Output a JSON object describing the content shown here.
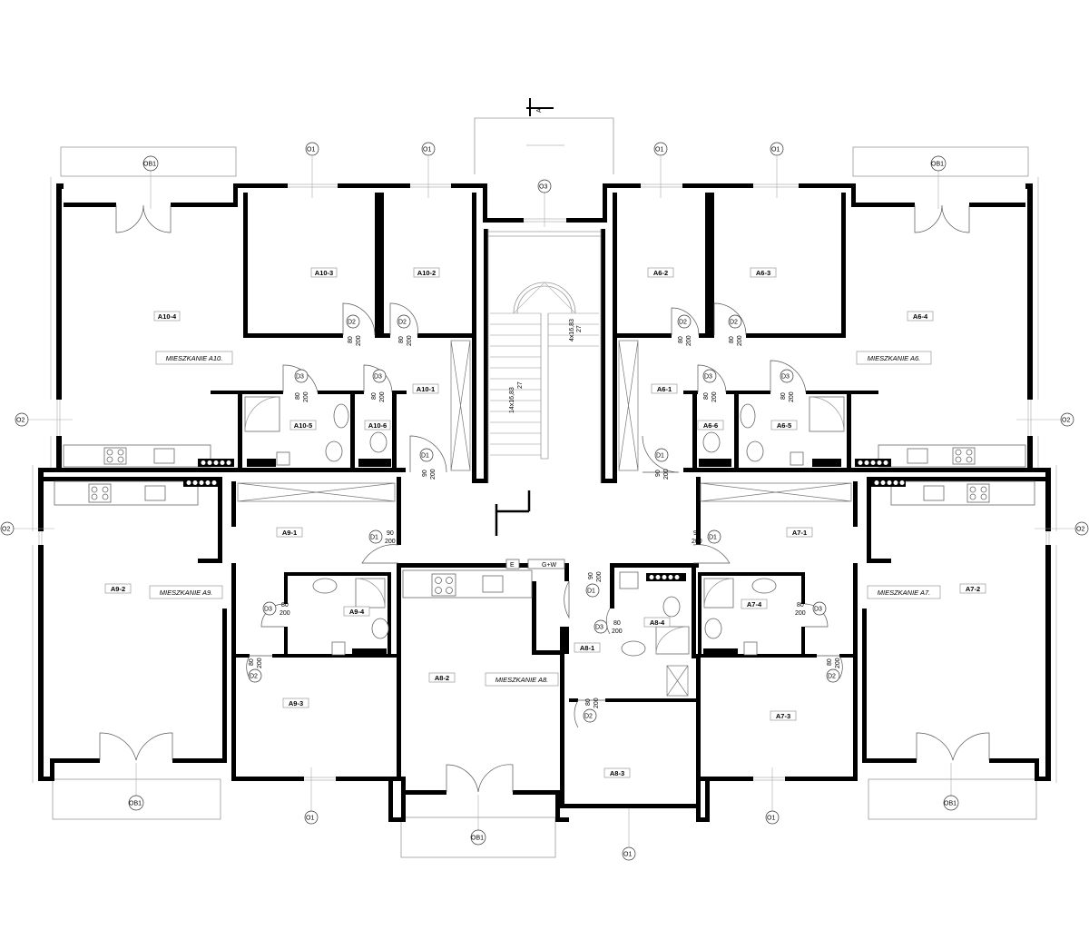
{
  "rooms": [
    {
      "id": "r1",
      "label": "A10-4"
    },
    {
      "id": "r2",
      "label": "A10-3"
    },
    {
      "id": "r3",
      "label": "A10-2"
    },
    {
      "id": "r4",
      "label": "A10-1"
    },
    {
      "id": "r5",
      "label": "A10-5"
    },
    {
      "id": "r6",
      "label": "A10-6"
    },
    {
      "id": "r7",
      "label": "A6-2"
    },
    {
      "id": "r8",
      "label": "A6-3"
    },
    {
      "id": "r9",
      "label": "A6-4"
    },
    {
      "id": "r10",
      "label": "A6-1"
    },
    {
      "id": "r11",
      "label": "A6-6"
    },
    {
      "id": "r12",
      "label": "A6-5"
    },
    {
      "id": "r13",
      "label": "A9-1"
    },
    {
      "id": "r14",
      "label": "A9-2"
    },
    {
      "id": "r15",
      "label": "A9-3"
    },
    {
      "id": "r16",
      "label": "A9-4"
    },
    {
      "id": "r17",
      "label": "A8-1"
    },
    {
      "id": "r18",
      "label": "A8-2"
    },
    {
      "id": "r19",
      "label": "A8-3"
    },
    {
      "id": "r20",
      "label": "A8-4"
    },
    {
      "id": "r21",
      "label": "A7-1"
    },
    {
      "id": "r22",
      "label": "A7-2"
    },
    {
      "id": "r23",
      "label": "A7-3"
    },
    {
      "id": "r24",
      "label": "A7-4"
    }
  ],
  "apartments": [
    {
      "id": "a10",
      "label": "MIESZKANIE A10."
    },
    {
      "id": "a6",
      "label": "MIESZKANIE A6."
    },
    {
      "id": "a9",
      "label": "MIESZKANIE A9."
    },
    {
      "id": "a8",
      "label": "MIESZKANIE A8."
    },
    {
      "id": "a7",
      "label": "MIESZKANIE A7."
    }
  ],
  "doors": {
    "D1": {
      "code": "D1",
      "width": "90",
      "height": "200"
    },
    "D2": {
      "code": "D2",
      "width": "80",
      "height": "200"
    },
    "D3": {
      "code": "D3",
      "width": "80",
      "height": "200"
    }
  },
  "windows": {
    "O1": "O1",
    "O2": "O2",
    "O3": "O3",
    "OB1": "OB1"
  },
  "stairs": {
    "main": "14x16,83",
    "main_sub": "27",
    "landing": "4x16,83",
    "landing_sub": "27"
  },
  "utilities": {
    "electric": "E",
    "gas_water": "G+W"
  },
  "section_marker": "A",
  "colors": {
    "walls": "#000000",
    "lines": "#9a9a9a",
    "background": "#ffffff"
  }
}
